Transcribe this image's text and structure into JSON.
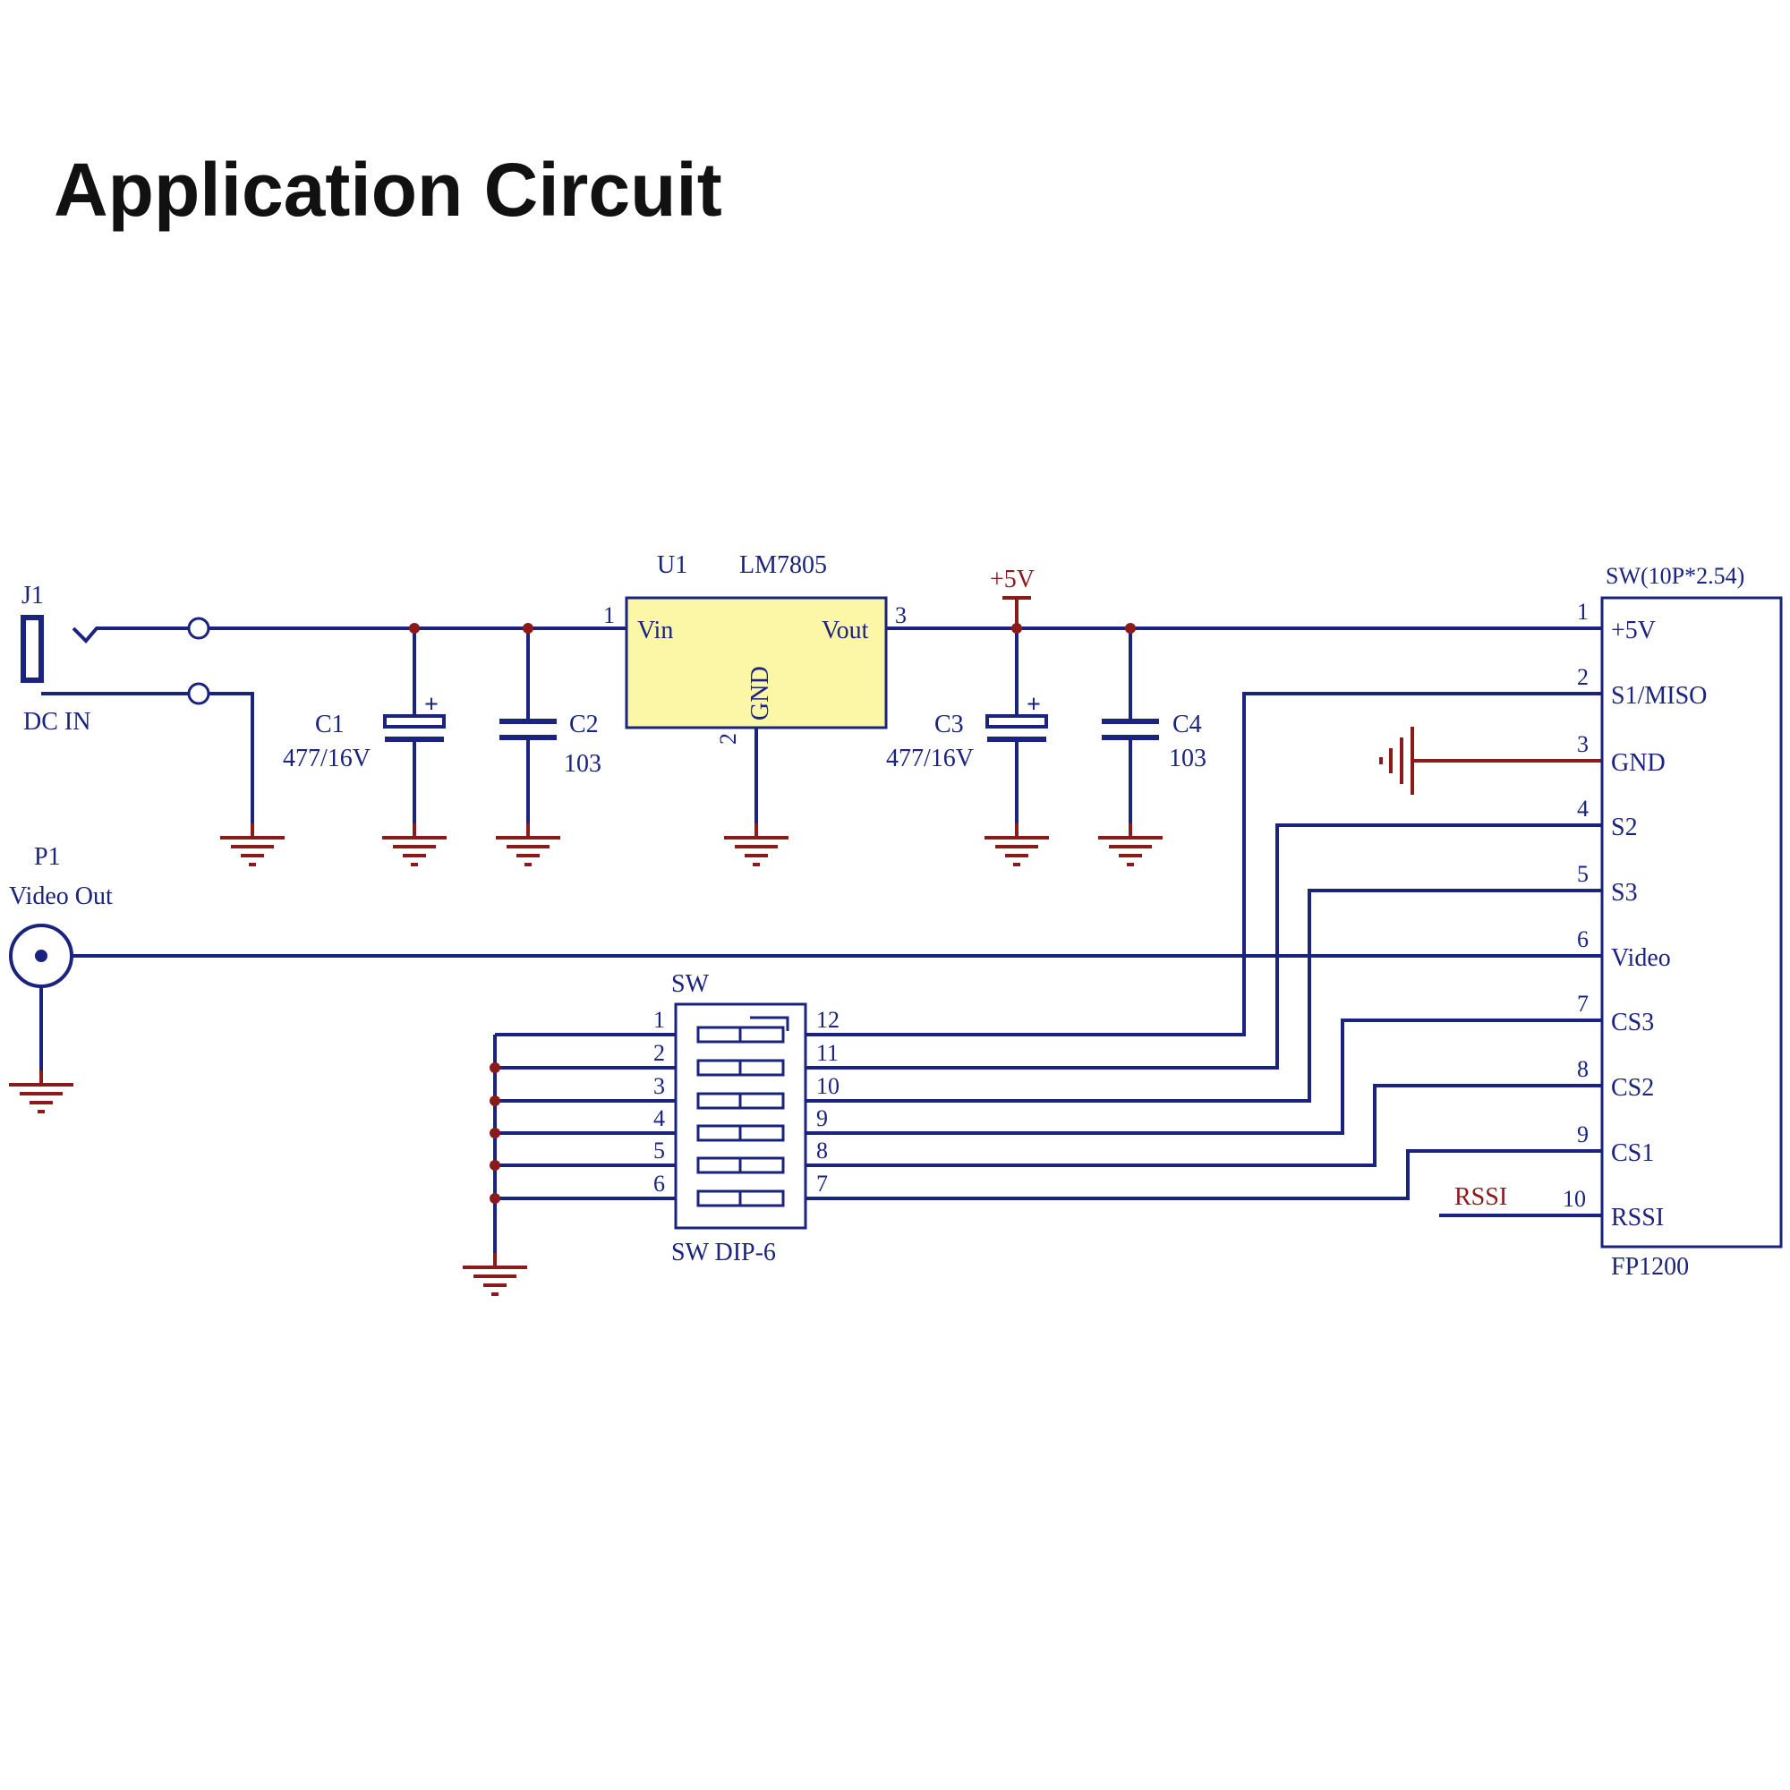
{
  "title": "Application Circuit",
  "j1": {
    "ref": "J1",
    "label": "DC IN"
  },
  "u1": {
    "ref": "U1",
    "part": "LM7805",
    "vin": "Vin",
    "vout": "Vout",
    "gnd": "GND",
    "pin1": "1",
    "pin2": "2",
    "pin3": "3"
  },
  "c1": {
    "ref": "C1",
    "value": "477/16V"
  },
  "c2": {
    "ref": "C2",
    "value": "103"
  },
  "c3": {
    "ref": "C3",
    "value": "477/16V"
  },
  "c4": {
    "ref": "C4",
    "value": "103"
  },
  "plus5v": "+5V",
  "p1": {
    "ref": "P1",
    "label": "Video Out"
  },
  "dip": {
    "ref": "SW",
    "part": "SW DIP-6",
    "left_pins": [
      "1",
      "2",
      "3",
      "4",
      "5",
      "6"
    ],
    "right_pins": [
      "12",
      "11",
      "10",
      "9",
      "8",
      "7"
    ]
  },
  "connector": {
    "header": "SW(10P*2.54)",
    "part": "FP1200",
    "pins": [
      {
        "num": "1",
        "name": "+5V"
      },
      {
        "num": "2",
        "name": "S1/MISO"
      },
      {
        "num": "3",
        "name": "GND"
      },
      {
        "num": "4",
        "name": "S2"
      },
      {
        "num": "5",
        "name": "S3"
      },
      {
        "num": "6",
        "name": "Video"
      },
      {
        "num": "7",
        "name": "CS3"
      },
      {
        "num": "8",
        "name": "CS2"
      },
      {
        "num": "9",
        "name": "CS1"
      },
      {
        "num": "10",
        "name": "RSSI"
      }
    ]
  },
  "rssi_net": "RSSI",
  "colors": {
    "wire": "#1a237e",
    "ground": "#8b1a1a",
    "regulator_fill": "#fbf7a6",
    "title": "#111111"
  }
}
